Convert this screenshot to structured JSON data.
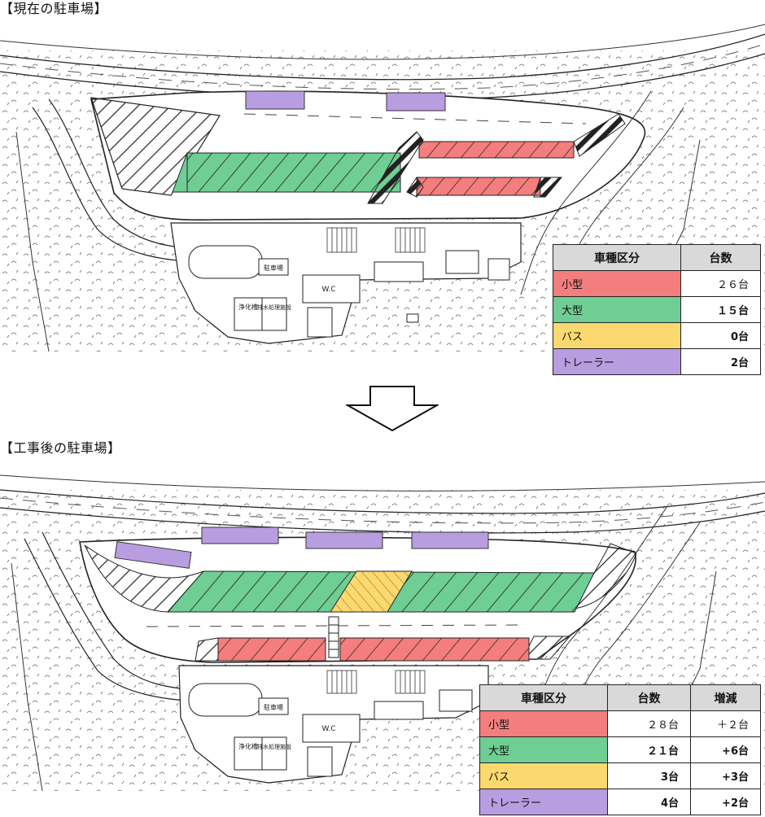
{
  "colors": {
    "small": "#f47d7d",
    "large": "#6fce93",
    "bus": "#fbd96e",
    "trailer": "#b89ee0"
  },
  "before": {
    "title": "【現在の駐車場】",
    "table": {
      "headers": [
        "車種区分",
        "台数"
      ],
      "rows": [
        {
          "category": "小型",
          "count": "２６台",
          "color": "#f47d7d"
        },
        {
          "category": "大型",
          "count": "１５台",
          "color": "#6fce93"
        },
        {
          "category": "バス",
          "count": "0台",
          "color": "#fbd96e"
        },
        {
          "category": "トレーラー",
          "count": "2台",
          "color": "#b89ee0"
        }
      ]
    },
    "map_labels": [
      "駐車場",
      "W.C",
      "浄化槽",
      "排水処理施設"
    ]
  },
  "after": {
    "title": "【工事後の駐車場】",
    "table": {
      "headers": [
        "車種区分",
        "台数",
        "増減"
      ],
      "rows": [
        {
          "category": "小型",
          "count": "２８台",
          "change": "＋２台",
          "color": "#f47d7d"
        },
        {
          "category": "大型",
          "count": "２１台",
          "change": "+6台",
          "color": "#6fce93"
        },
        {
          "category": "バス",
          "count": "3台",
          "change": "+3台",
          "color": "#fbd96e"
        },
        {
          "category": "トレーラー",
          "count": "4台",
          "change": "+2台",
          "color": "#b89ee0"
        }
      ]
    },
    "map_labels": [
      "駐車場",
      "W.C",
      "浄化槽",
      "排水処理施設"
    ]
  },
  "arrow_icon": "down-arrow-icon"
}
